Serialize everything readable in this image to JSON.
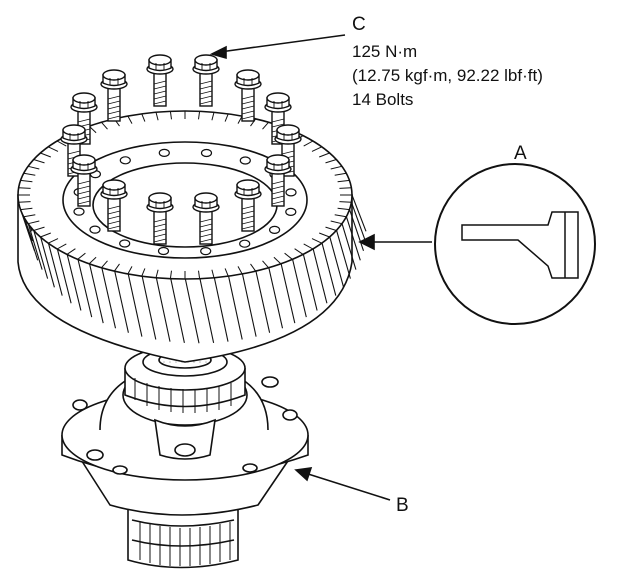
{
  "labels": {
    "c": "C",
    "a": "A",
    "b": "B"
  },
  "torque_spec": {
    "line1": "125 N·m",
    "line2": "(12.75 kgf·m, 92.22 lbf·ft)",
    "line3": "14 Bolts"
  },
  "colors": {
    "ink": "#111111",
    "paper": "#ffffff",
    "shade": "#d6d6d6"
  },
  "icons": {
    "bolt": "flange-bolt-icon",
    "detail": "bolt-head-profile-icon"
  }
}
